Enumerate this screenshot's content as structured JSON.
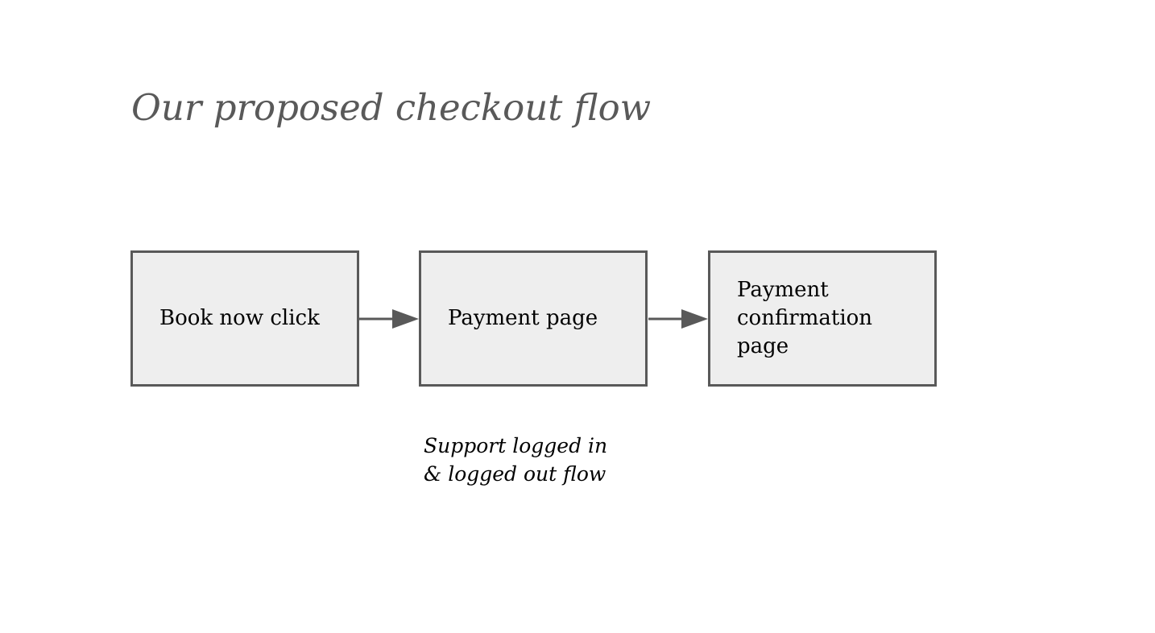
{
  "slide": {
    "title": "Our proposed checkout flow"
  },
  "flow": {
    "steps": [
      {
        "label": "Book now click"
      },
      {
        "label": "Payment page"
      },
      {
        "label": "Payment confirmation page"
      }
    ],
    "connectors": [
      {
        "from": "Book now click",
        "to": "Payment page"
      },
      {
        "from": "Payment page",
        "to": "Payment confirmation page"
      }
    ]
  },
  "note": {
    "line1": "Support logged in",
    "line2": "& logged out flow"
  },
  "colors": {
    "title": "#595959",
    "box_border": "#595959",
    "box_fill": "#eeeeee",
    "connector": "#595959",
    "background": "#ffffff"
  }
}
